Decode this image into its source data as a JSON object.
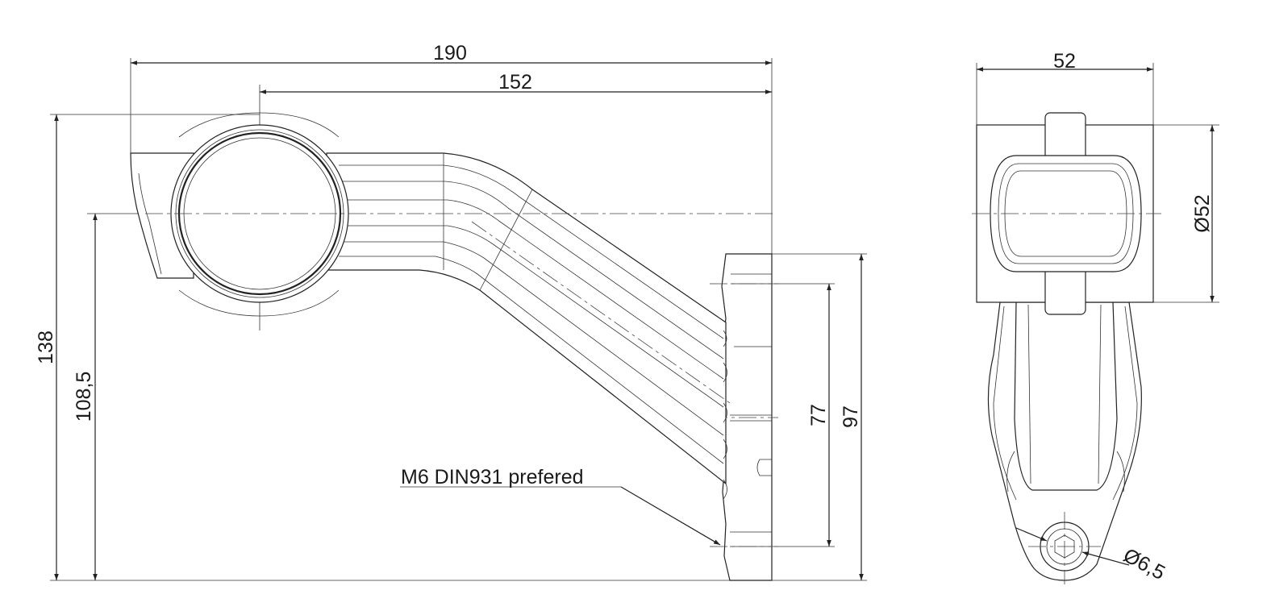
{
  "dimensions": {
    "overall_width": "190",
    "center_to_base": "152",
    "overall_height": "138",
    "center_height": "108,5",
    "bolt_spacing": "77",
    "base_height": "97",
    "side_width": "52",
    "lens_diameter": "Ø52",
    "hole_diameter": "Ø6,5"
  },
  "notes": {
    "bolt_note": "M6 DIN931 prefered"
  },
  "colors": {
    "line": "#222222",
    "background": "#ffffff"
  }
}
